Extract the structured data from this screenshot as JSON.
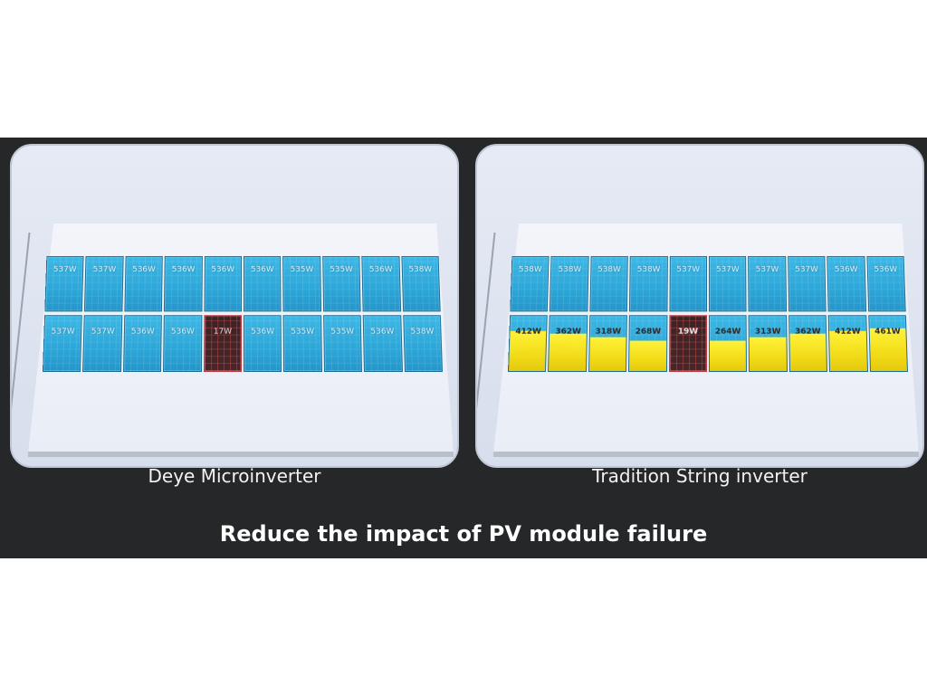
{
  "left": {
    "caption": "Deye Microinverter",
    "row1": [
      "537W",
      "537W",
      "536W",
      "536W",
      "536W",
      "536W",
      "535W",
      "535W",
      "536W",
      "538W"
    ],
    "row2": [
      "537W",
      "537W",
      "536W",
      "536W",
      "17W",
      "536W",
      "535W",
      "535W",
      "536W",
      "538W"
    ],
    "failed_index": 4
  },
  "right": {
    "caption": "Tradition String inverter",
    "row1": [
      "538W",
      "538W",
      "538W",
      "538W",
      "537W",
      "537W",
      "537W",
      "537W",
      "536W",
      "536W"
    ],
    "row2": [
      "412W",
      "362W",
      "318W",
      "268W",
      "19W",
      "264W",
      "313W",
      "362W",
      "412W",
      "461W"
    ],
    "failed_index": 4,
    "yellow_fill": [
      0.72,
      0.68,
      0.62,
      0.55,
      0,
      0.55,
      0.62,
      0.68,
      0.72,
      0.78
    ]
  },
  "subtitle": "Reduce the impact of PV module failure",
  "colors": {
    "panel_blue": "#2ca6d8",
    "failed_red": "#c0393e",
    "reduced_yellow": "#f2dc18",
    "background": "#262728"
  }
}
